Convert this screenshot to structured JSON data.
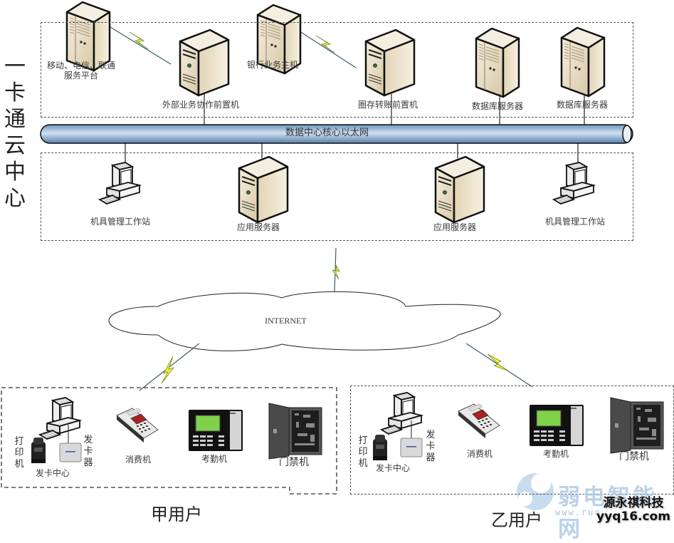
{
  "title_vertical": [
    "一",
    "卡",
    "通",
    "云",
    "中",
    "心"
  ],
  "cloud_center": {
    "external_zone": {
      "mobile_platform": {
        "label_line1": "移动、电信、联通",
        "label_line2": "服务平台",
        "icon": "tower-server-icon"
      },
      "external_frontend": {
        "label": "外部业务协作前置机",
        "icon": "server-icon"
      },
      "bank_host": {
        "label": "银行业务主机",
        "icon": "tower-server-icon"
      },
      "transfer_frontend": {
        "label": "圈存转账前置机",
        "icon": "server-icon"
      },
      "db_server_1": {
        "label": "数据库服务器",
        "icon": "tower-server-icon"
      },
      "db_server_2": {
        "label": "数据库服务器",
        "icon": "tower-server-icon"
      }
    },
    "backbone": {
      "label": "数据中心核心以太网"
    },
    "internal_zone": {
      "workstation_1": {
        "label": "机具管理工作站",
        "icon": "workstation-icon"
      },
      "app_server_1": {
        "label": "应用服务器",
        "icon": "server-icon"
      },
      "app_server_2": {
        "label": "应用服务器",
        "icon": "server-icon"
      },
      "workstation_2": {
        "label": "机具管理工作站",
        "icon": "workstation-icon"
      }
    }
  },
  "internet": {
    "label": "INTERNET"
  },
  "user_groups": [
    {
      "title": "甲用户",
      "card_center": {
        "label": "发卡中心",
        "printer_label": [
          "打",
          "印",
          "机"
        ],
        "issuer_label": [
          "发",
          "卡",
          "器"
        ]
      },
      "devices": [
        {
          "label": "消费机",
          "icon": "pos-terminal-icon"
        },
        {
          "label": "考勤机",
          "icon": "attendance-machine-icon"
        },
        {
          "label": "门禁机",
          "icon": "access-controller-icon"
        }
      ]
    },
    {
      "title": "乙用户",
      "card_center": {
        "label": "发卡中心",
        "printer_label": [
          "打",
          "印",
          "机"
        ],
        "issuer_label": [
          "发",
          "卡",
          "器"
        ]
      },
      "devices": [
        {
          "label": "消费机",
          "icon": "pos-terminal-icon"
        },
        {
          "label": "考勤机",
          "icon": "attendance-machine-icon"
        },
        {
          "label": "门禁机",
          "icon": "access-controller-icon"
        }
      ]
    }
  ],
  "watermark": {
    "text": "弱电智能网",
    "url": "www.ruo",
    "brand_line1": "源永祺科技",
    "brand_line2": "yyq16.com"
  },
  "colors": {
    "pipe": "#9bbbdc",
    "pipe_dark": "#5f86b3",
    "lightning": "#f7f33a",
    "server_beige": "#e8dcc0"
  }
}
